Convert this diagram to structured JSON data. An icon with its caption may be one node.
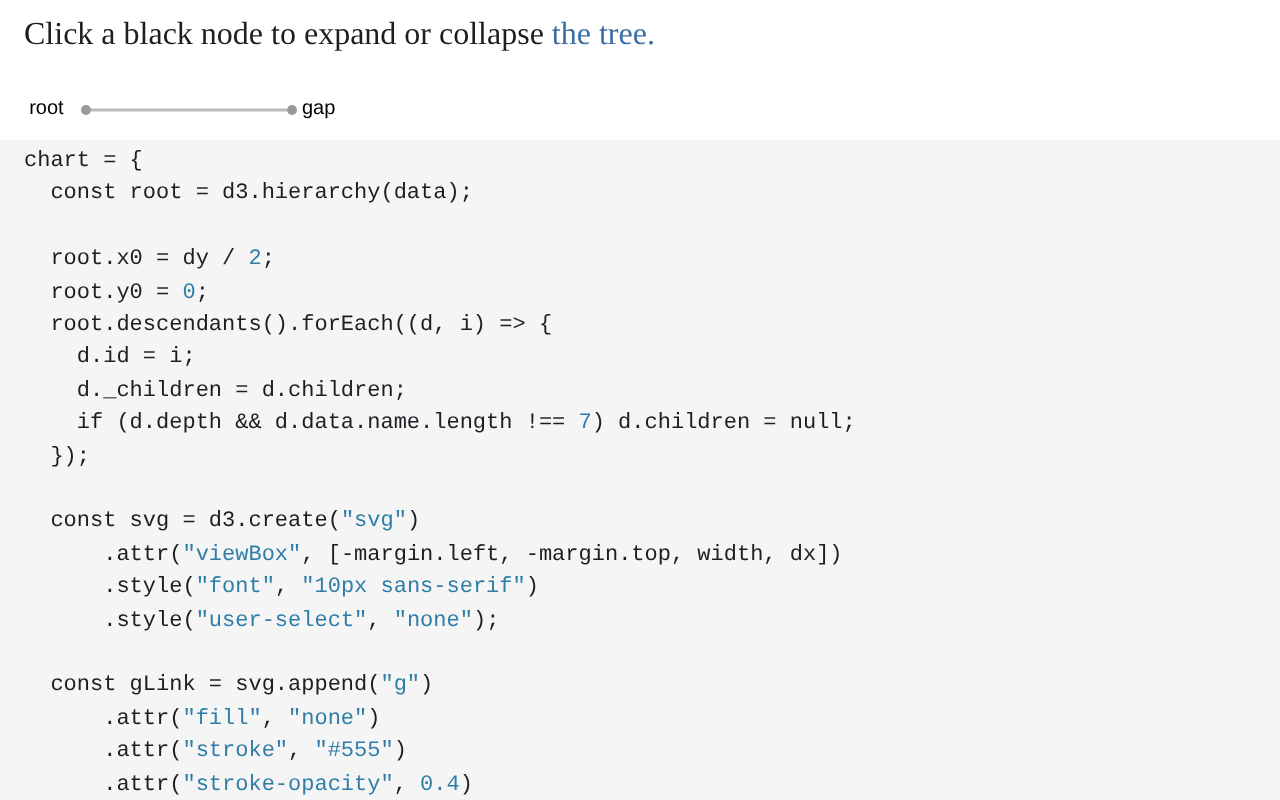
{
  "diagram": {
    "nodes": [
      {
        "text": [
          "root"
        ]
      },
      {
        "text": [
          "gap"
        ]
      }
    ],
    "edges": [
      {
        "from": 0,
        "to": 1,
        "arrow": "none"
      }
    ],
    "labels": [
      "Click a black node to expand or collapse",
      "the tree.",
      "chart = {",
      "  const root = d3.hierarchy(data);",
      "  root.x0 = dy / 2;",
      "  root.y0 = 0;",
      "  root.descendants().forEach((d, i) => {",
      "    d.id = i;",
      "    d._children = d.children;",
      "    if (d.depth && d.data.name.length !== 7) d.children = null;",
      "  });",
      "  const svg = d3.create(\"svg\")",
      "      .attr(\"viewBox\", [-margin.left, -margin.top, width, dx])",
      "      .style(\"font\", \"10px sans-serif\")",
      "      .style(\"user-select\", \"none\");",
      "  const gLink = svg.append(\"g\")",
      "      .attr(\"fill\", \"none\")",
      "      .attr(\"stroke\", \"#555\")",
      "      .attr(\"stroke-opacity\", 0.4)"
    ]
  }
}
